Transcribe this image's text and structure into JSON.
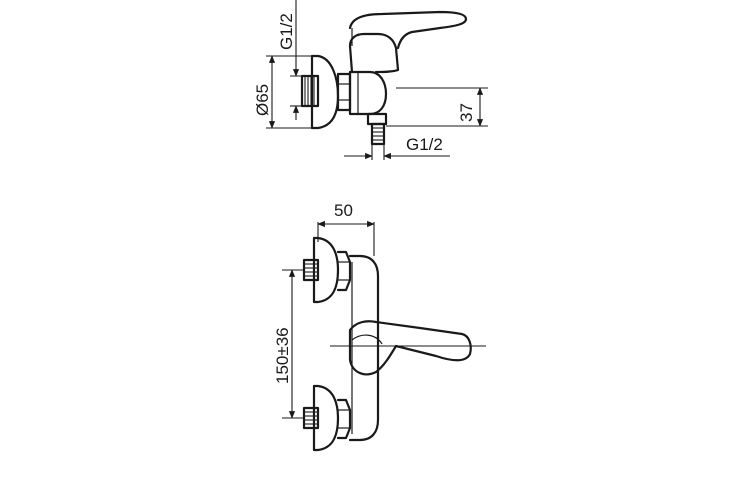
{
  "side_view": {
    "dim_inlet_thread": "G1/2",
    "dim_diameter": "Ø65",
    "dim_height": "37",
    "dim_outlet_thread": "G1/2"
  },
  "front_view": {
    "dim_width": "50",
    "dim_spacing": "150±36"
  }
}
